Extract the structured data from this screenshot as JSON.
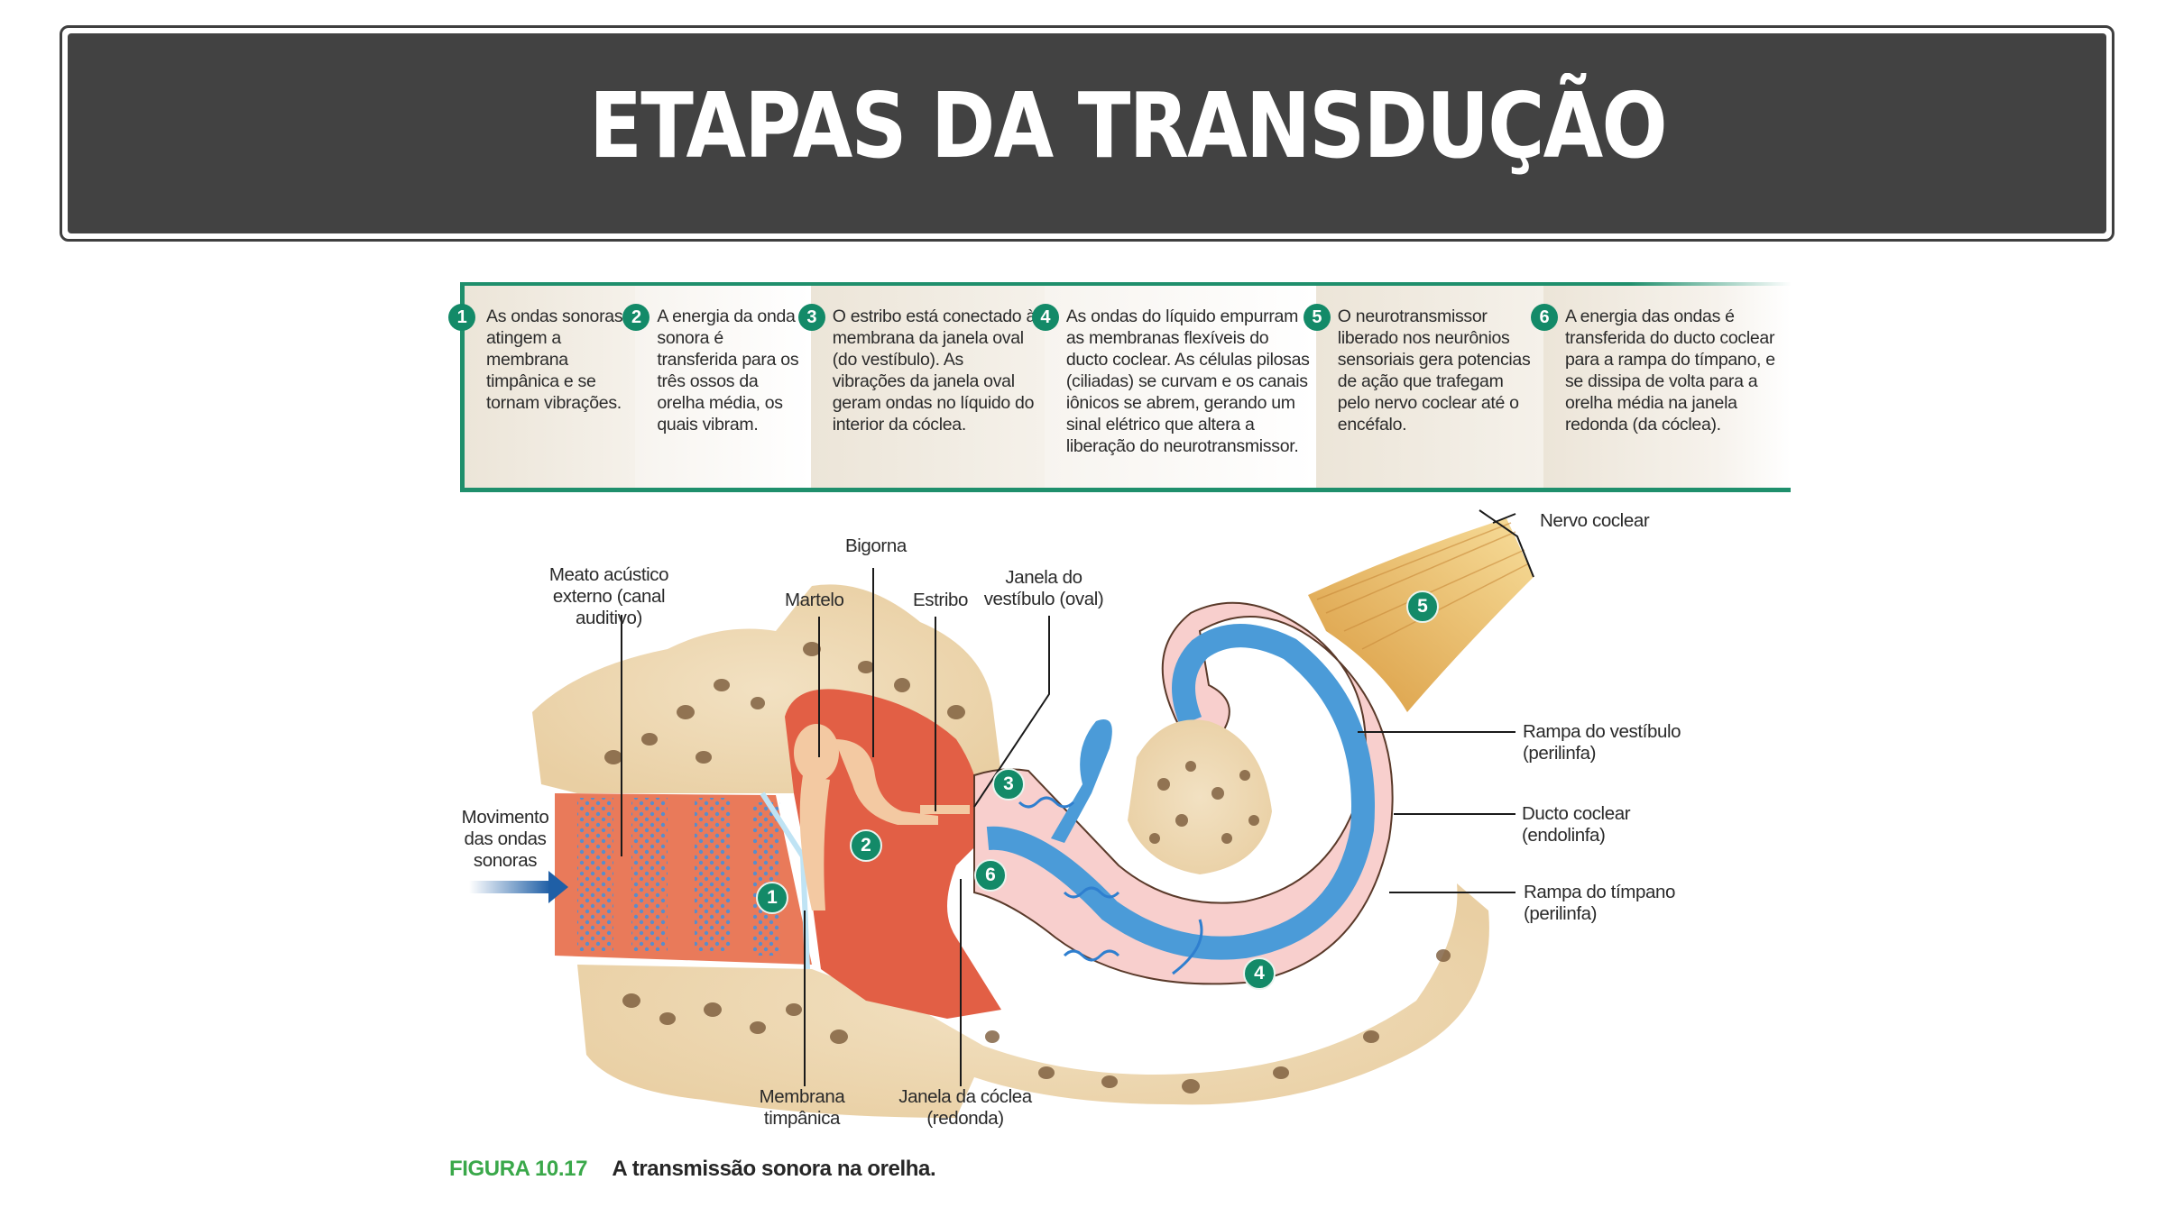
{
  "header": {
    "title": "ETAPAS DA TRANSDUÇÃO"
  },
  "steps": [
    {
      "number": "1",
      "text": "As ondas sonoras atingem a membrana timpânica e se tornam vibrações."
    },
    {
      "number": "2",
      "text": "A energia da onda sonora é transferida para os três ossos da orelha média, os quais vibram."
    },
    {
      "number": "3",
      "text": "O estribo está conectado à membrana da janela oval (do vestíbulo). As vibrações da janela oval geram ondas no líquido do interior da cóclea."
    },
    {
      "number": "4",
      "text": "As ondas do líquido empurram as membranas flexíveis do ducto coclear. As células pilosas (ciliadas) se curvam e os canais iônicos se abrem, gerando um sinal elétrico que altera a liberação do neurotransmissor."
    },
    {
      "number": "5",
      "text": "O neurotransmissor liberado nos neurônios sensoriais gera potencias de ação que trafegam pelo nervo coclear até o encéfalo."
    },
    {
      "number": "6",
      "text": "A energia das ondas é transferida do ducto coclear para a rampa do tímpano, e se dissipa de volta para a orelha média na janela redonda (da cóclea)."
    }
  ],
  "diagram": {
    "labels": {
      "meato": "Meato acústico externo (canal auditivo)",
      "martelo": "Martelo",
      "bigorna": "Bigorna",
      "estribo": "Estribo",
      "janela_vestibulo": "Janela do vestíbulo (oval)",
      "nervo_coclear": "Nervo coclear",
      "rampa_vestibulo": "Rampa do vestíbulo (perilinfa)",
      "ducto_coclear": "Ducto coclear (endolinfa)",
      "rampa_timpano": "Rampa do tímpano (perilinfa)",
      "movimento": "Movimento das ondas sonoras",
      "membrana_timpanica": "Membrana timpânica",
      "janela_coclea": "Janela da cóclea (redonda)"
    },
    "markers": [
      "1",
      "2",
      "3",
      "4",
      "5",
      "6"
    ],
    "colors": {
      "badge": "#138a68",
      "bone": "#f1dfc0",
      "middle_ear": "#e36a4d",
      "cochlea_pink": "#f8cfcd",
      "duct_blue": "#4b9bd8",
      "nerve": "#e8b35c"
    }
  },
  "caption": {
    "figure_number": "FIGURA 10.17",
    "text": "A transmissão sonora na orelha."
  }
}
